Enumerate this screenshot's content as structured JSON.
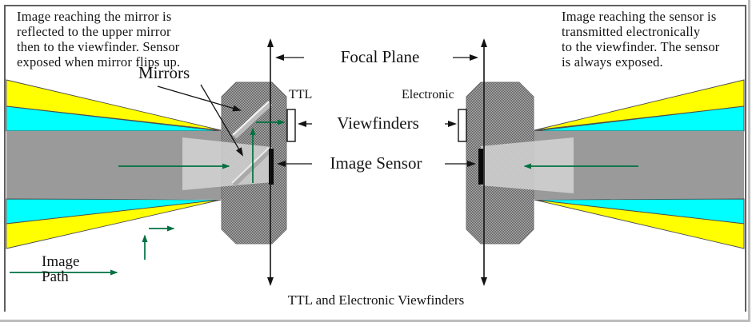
{
  "title": "TTL and Electronic Viewfinders",
  "notes": {
    "left": "Image reaching the mirror is\nreflected to the upper mirror\nthen to the viewfinder. Sensor\nexposed when mirror flips up.",
    "right": "Image reaching the sensor is\ntransmitted electronically\nto the viewfinder. The sensor\nis always exposed."
  },
  "labels": {
    "mirrors": "Mirrors",
    "focal_plane": "Focal Plane",
    "ttl": "TTL",
    "electronic": "Electronic",
    "viewfinders": "Viewfinders",
    "image_sensor": "Image Sensor",
    "image_path": "Image\nPath"
  },
  "parts": [
    "left-camera-body-slr-with-mirrors",
    "right-camera-body-electronic",
    "ttl-viewfinder",
    "electronic-viewfinder",
    "image-sensors-on-focal-planes",
    "incoming-light-cones",
    "image-path-arrows"
  ],
  "colors": {
    "cone_yellow": "#FFFF00",
    "cone_cyan": "#00FFFF",
    "cone_gray": "#9A9A9A",
    "inner_cone_light": "#D6D6D6",
    "body_pattern_dark": "#5C5C5C",
    "body_pattern_light": "#B0B0B0",
    "arrow_green": "#007040",
    "line_black": "#141414",
    "frame_dark": "#5F5F5F",
    "frame_light": "#BDBDBD"
  }
}
